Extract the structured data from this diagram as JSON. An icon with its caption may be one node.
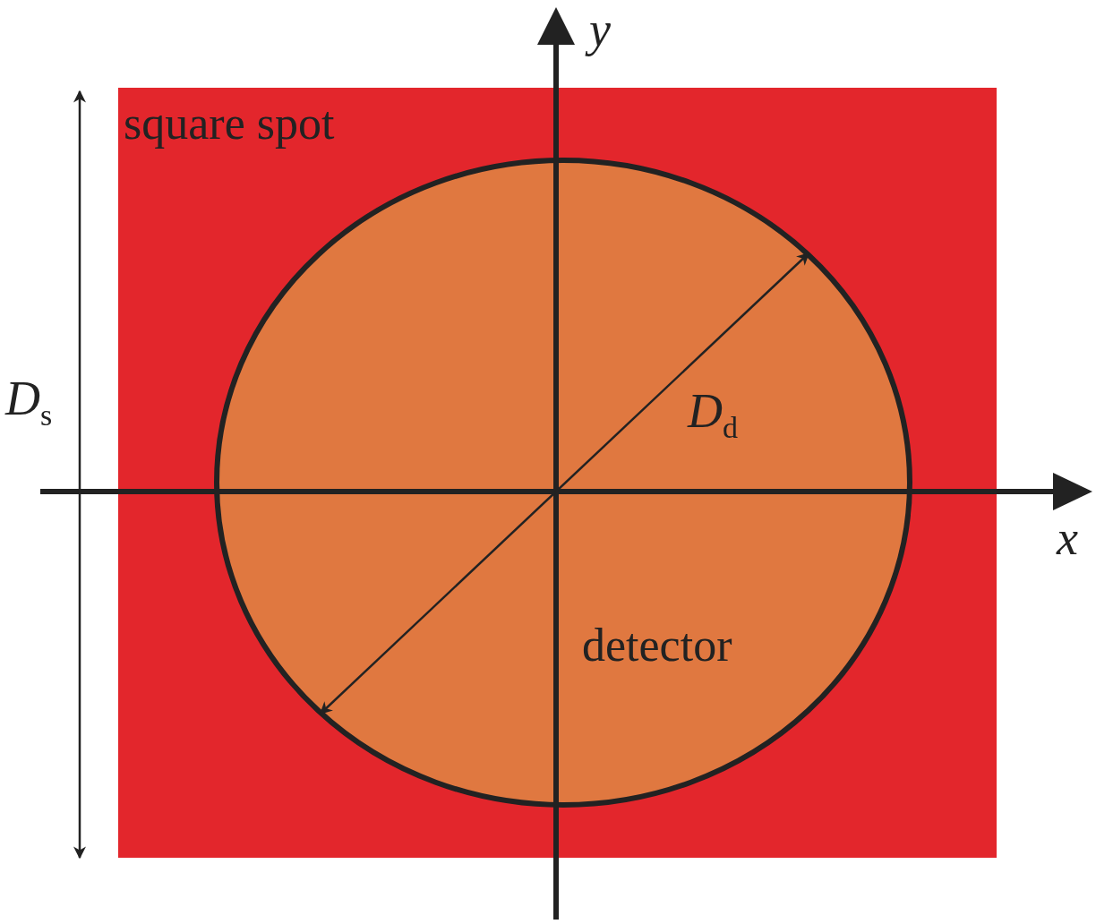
{
  "diagram": {
    "nodes": [
      {
        "text": [
          "square spot"
        ]
      },
      {
        "text": [
          "detector"
        ],
        "in": 0
      }
    ],
    "labels": [
      "y",
      "D$_{d}$",
      "D$_{s}$",
      "x"
    ]
  }
}
